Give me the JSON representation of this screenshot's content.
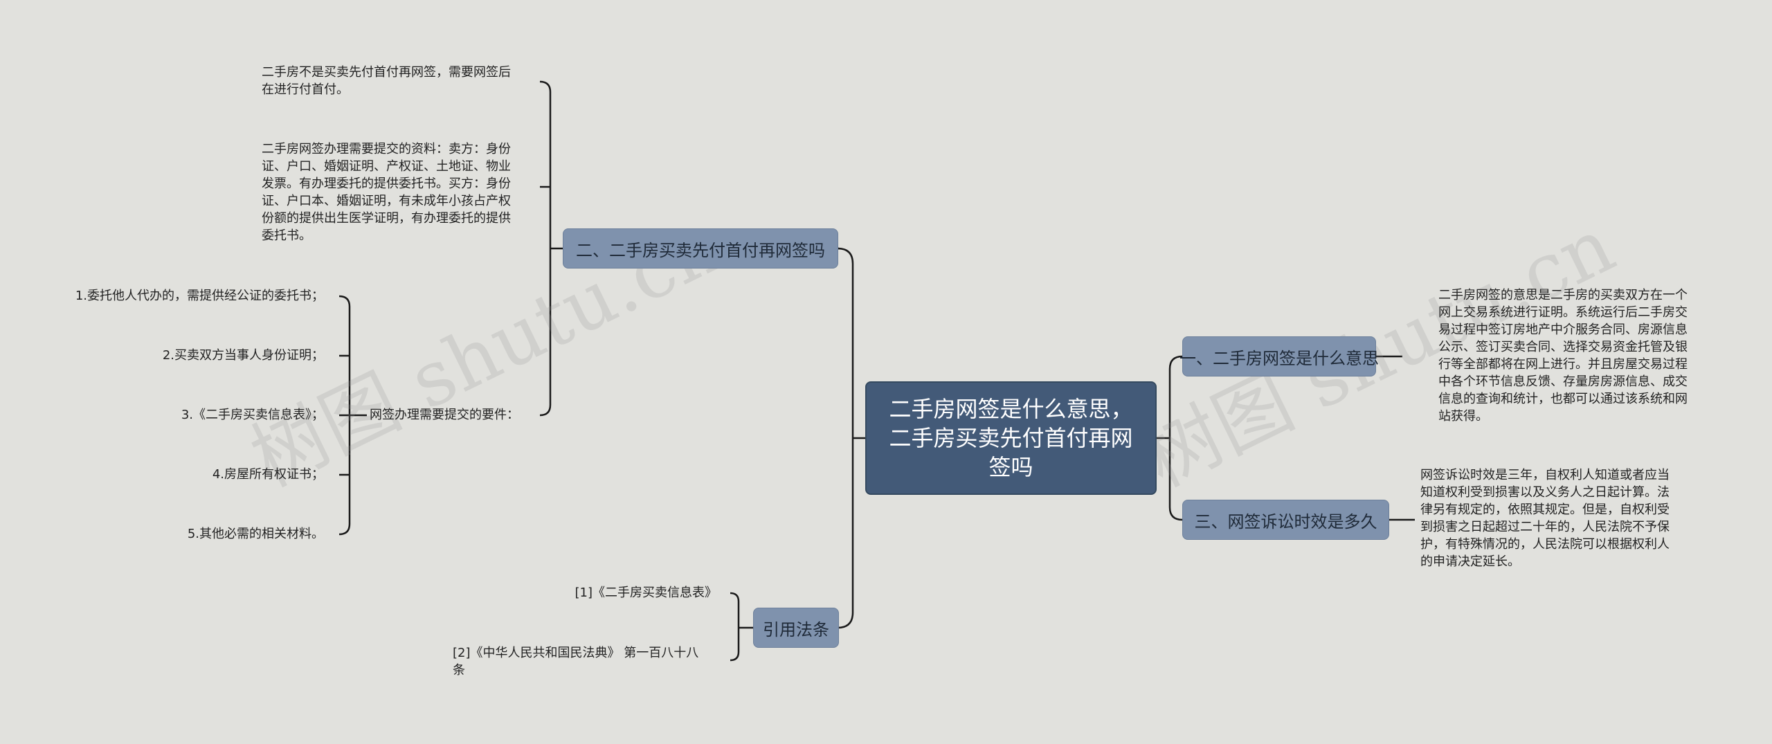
{
  "central": {
    "line1": "二手房网签是什么意思，",
    "line2": "二手房买卖先付首付再网",
    "line3": "签吗"
  },
  "branches": {
    "b1": {
      "label": "一、二手房网签是什么意思"
    },
    "b2": {
      "label": "二、二手房买卖先付首付再网签吗"
    },
    "b3": {
      "label": "三、网签诉讼时效是多久"
    },
    "b4": {
      "label": "引用法条"
    }
  },
  "leaves": {
    "b1_text": [
      "二手房网签的意思是二手房的买卖双方在一个",
      "网上交易系统进行证明。系统运行后二手房交",
      "易过程中签订房地产中介服务合同、房源信息",
      "公示、签订买卖合同、选择交易资金托管及银",
      "行等全部都将在网上进行。并且房屋交易过程",
      "中各个环节信息反馈、存量房房源信息、成交",
      "信息的查询和统计，也都可以通过该系统和网",
      "站获得。"
    ],
    "b3_text": [
      "网签诉讼时效是三年，自权利人知道或者应当",
      "知道权利受到损害以及义务人之日起计算。法",
      "律另有规定的，依照其规定。但是，自权利受",
      "到损害之日起超过二十年的，人民法院不予保",
      "护，有特殊情况的，人民法院可以根据权利人",
      "的申请决定延长。"
    ],
    "b2_leaf1": [
      "二手房不是买卖先付首付再网签，需要网签后",
      "在进行付首付。"
    ],
    "b2_leaf2": [
      "二手房网签办理需要提交的资料：卖方：身份",
      "证、户口、婚姻证明、产权证、土地证、物业",
      "发票。有办理委托的提供委托书。买方：身份",
      "证、户口本、婚姻证明，有未成年小孩占产权",
      "份额的提供出生医学证明，有办理委托的提供",
      "委托书。"
    ],
    "b2_leaf3": "网签办理需要提交的要件：",
    "requirements": [
      "1.委托他人代办的，需提供经公证的委托书；",
      "2.买卖双方当事人身份证明；",
      "3.《二手房买卖信息表》；",
      "4.房屋所有权证书；",
      "5.其他必需的相关材料。"
    ],
    "law1": "[1]《二手房买卖信息表》",
    "law2": [
      "[2]《中华人民共和国民法典》 第一百八十八",
      "条"
    ]
  },
  "watermark": {
    "text1": "树图 shutu.cn",
    "text2": "树图 shutu.cn"
  },
  "colors": {
    "background": "#e1e1dd",
    "central_fill": "#435a78",
    "branch_fill": "#7f92ad",
    "connector": "#1a1a1a"
  }
}
